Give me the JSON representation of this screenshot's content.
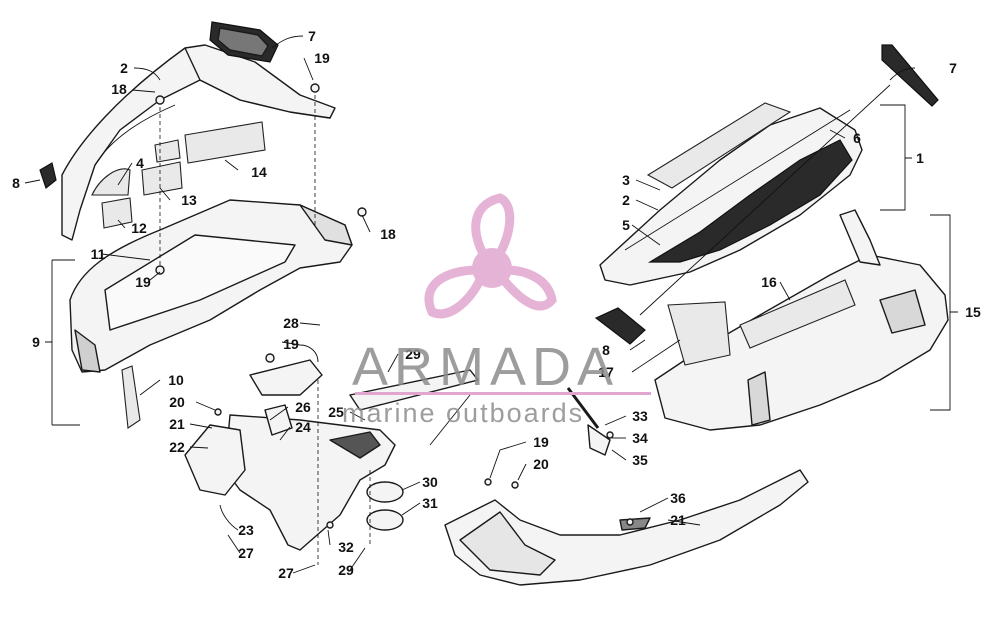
{
  "watermark": {
    "brand": "ARMADA",
    "tagline": "marine outboards",
    "accent_color": "#e1a6cf",
    "text_color": "#8d8d8d",
    "logo_icon": "propeller-logo-icon"
  },
  "callouts": [
    {
      "id": "c1",
      "label": "1"
    },
    {
      "id": "c2a",
      "label": "2"
    },
    {
      "id": "c2b",
      "label": "2"
    },
    {
      "id": "c3",
      "label": "3"
    },
    {
      "id": "c4",
      "label": "4"
    },
    {
      "id": "c5",
      "label": "5"
    },
    {
      "id": "c6",
      "label": "6"
    },
    {
      "id": "c7a",
      "label": "7"
    },
    {
      "id": "c7b",
      "label": "7"
    },
    {
      "id": "c8a",
      "label": "8"
    },
    {
      "id": "c8b",
      "label": "8"
    },
    {
      "id": "c9",
      "label": "9"
    },
    {
      "id": "c10",
      "label": "10"
    },
    {
      "id": "c11",
      "label": "11"
    },
    {
      "id": "c12",
      "label": "12"
    },
    {
      "id": "c13",
      "label": "13"
    },
    {
      "id": "c14",
      "label": "14"
    },
    {
      "id": "c15",
      "label": "15"
    },
    {
      "id": "c16",
      "label": "16"
    },
    {
      "id": "c17",
      "label": "17"
    },
    {
      "id": "c18a",
      "label": "18"
    },
    {
      "id": "c18b",
      "label": "18"
    },
    {
      "id": "c19a",
      "label": "19"
    },
    {
      "id": "c19b",
      "label": "19"
    },
    {
      "id": "c19c",
      "label": "19"
    },
    {
      "id": "c19d",
      "label": "19"
    },
    {
      "id": "c20a",
      "label": "20"
    },
    {
      "id": "c20b",
      "label": "20"
    },
    {
      "id": "c21a",
      "label": "21"
    },
    {
      "id": "c21b",
      "label": "21"
    },
    {
      "id": "c22",
      "label": "22"
    },
    {
      "id": "c23",
      "label": "23"
    },
    {
      "id": "c24",
      "label": "24"
    },
    {
      "id": "c25",
      "label": "25"
    },
    {
      "id": "c26",
      "label": "26"
    },
    {
      "id": "c27a",
      "label": "27"
    },
    {
      "id": "c27b",
      "label": "27"
    },
    {
      "id": "c28",
      "label": "28"
    },
    {
      "id": "c29a",
      "label": "29"
    },
    {
      "id": "c29b",
      "label": "29"
    },
    {
      "id": "c30",
      "label": "30"
    },
    {
      "id": "c31",
      "label": "31"
    },
    {
      "id": "c32",
      "label": "32"
    },
    {
      "id": "c33",
      "label": "33"
    },
    {
      "id": "c34",
      "label": "34"
    },
    {
      "id": "c35",
      "label": "35"
    },
    {
      "id": "c36",
      "label": "36"
    }
  ]
}
